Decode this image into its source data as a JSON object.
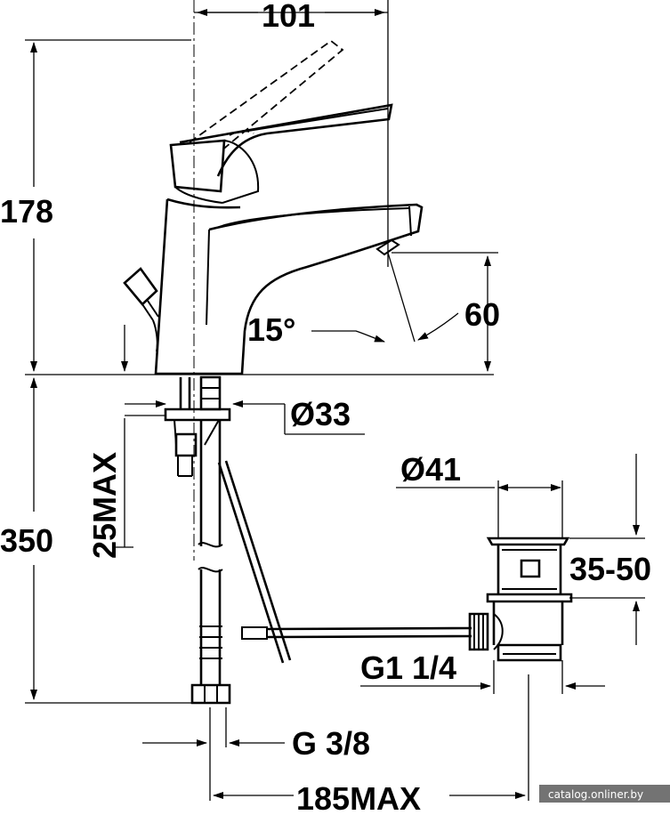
{
  "dimensions": {
    "width_top": "101",
    "height_tap": "178",
    "spout_reach": "60",
    "angle": "15°",
    "base_diameter": "Ø33",
    "max_thickness": "25MAX",
    "below_height": "350",
    "waste_diameter": "Ø41",
    "waste_range": "35-50",
    "waste_thread": "G1 1/4",
    "supply_thread": "G 3/8",
    "total_max": "185MAX"
  },
  "watermark": "catalog.onliner.by"
}
